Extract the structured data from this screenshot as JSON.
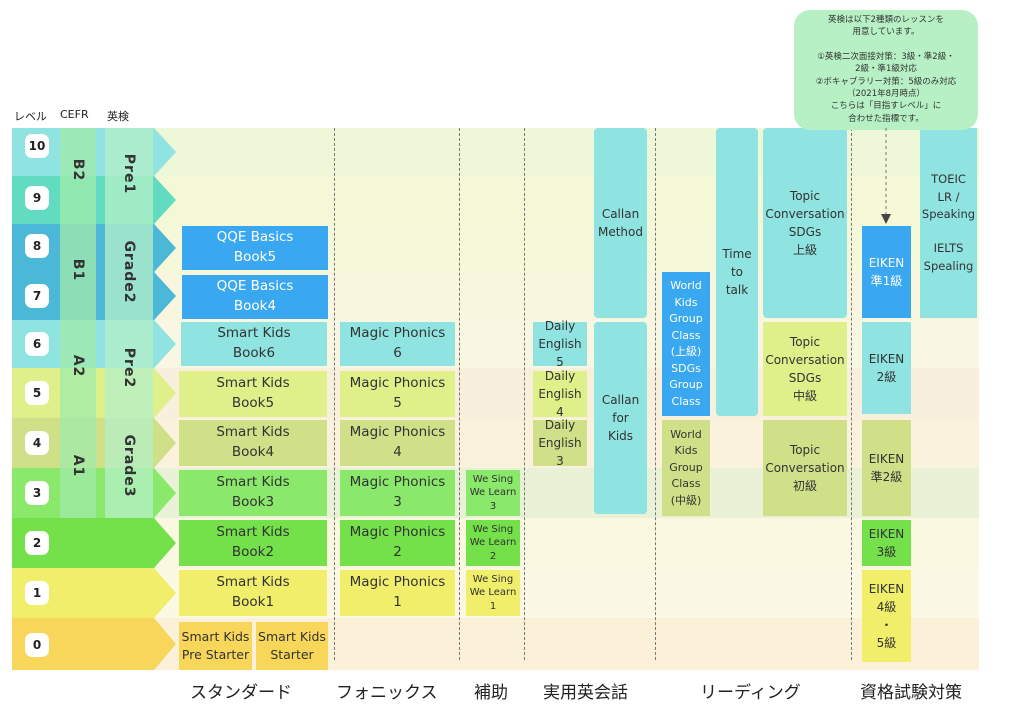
{
  "header": {
    "level": "レベル",
    "cefr": "CEFR",
    "eiken": "英検"
  },
  "levels": [
    "10",
    "9",
    "8",
    "7",
    "6",
    "5",
    "4",
    "3",
    "2",
    "1",
    "0"
  ],
  "cefr": [
    "B2",
    "B1",
    "A2",
    "A1"
  ],
  "eiken_groups": [
    "Pre1",
    "Grade2",
    "Pre2",
    "Grade3"
  ],
  "standard": {
    "qqe_b5": "QQE Basics\nBook5",
    "qqe_b4": "QQE Basics\nBook4",
    "sk6": "Smart Kids\nBook6",
    "sk5": "Smart Kids\nBook5",
    "sk4": "Smart Kids\nBook4",
    "sk3": "Smart Kids\nBook3",
    "sk2": "Smart Kids\nBook2",
    "sk1": "Smart Kids\nBook1",
    "sk_pre": "Smart Kids\nPre Starter",
    "sk_st": "Smart Kids\nStarter"
  },
  "phonics": {
    "mp6": "Magic Phonics\n6",
    "mp5": "Magic Phonics\n5",
    "mp4": "Magic Phonics\n4",
    "mp3": "Magic Phonics\n3",
    "mp2": "Magic Phonics\n2",
    "mp1": "Magic Phonics\n1"
  },
  "support": {
    "ws3": "We Sing\nWe Learn\n3",
    "ws2": "We Sing\nWe Learn\n2",
    "ws1": "We Sing\nWe Learn\n1"
  },
  "practical": {
    "de5": "Daily\nEnglish 5",
    "de4": "Daily\nEnglish 4",
    "de3": "Daily\nEnglish 3",
    "callan_method": "Callan\nMethod",
    "callan_kids": "Callan\nfor\nKids"
  },
  "reading": {
    "wk_adv": "World\nKids\nGroup\nClass\n(上級)\nSDGs\nGroup\nClass",
    "wk_mid": "World\nKids\nGroup\nClass\n(中級)",
    "time_to_talk": "Time\nto\ntalk",
    "topic_adv": "Topic\nConversation\nSDGs\n上級",
    "topic_mid": "Topic\nConversation\nSDGs\n中級",
    "topic_beg": "Topic\nConversation\n初級"
  },
  "exam": {
    "eiken_pre1": "EIKEN\n準1級",
    "eiken_2": "EIKEN\n2級",
    "eiken_pre2": "EIKEN\n準2級",
    "eiken_3": "EIKEN\n3級",
    "eiken_45": "EIKEN\n4級\n・\n5級",
    "toeic": "TOEIC\nLR /\nSpeaking\n\nIELTS\nSpealing"
  },
  "note": "英検は以下2種類のレッスンを\n用意しています。\n\n①英検二次面接対策：3級・準2級・\n2級・準1級対応\n②ボキャブラリー対策：5級のみ対応\n（2021年8月時点）\nこちらは「目指すレベル」に\n合わせた指標です。",
  "categories": [
    "スタンダード",
    "フォニックス",
    "補助",
    "実用英会話",
    "リーディング",
    "資格試験対策"
  ],
  "colors": {
    "teal": "#8fe3e0",
    "blue": "#3aa8f0",
    "yellowgreen": "#dff08a",
    "olive": "#cfe089",
    "green": "#8ae86a",
    "bright_green": "#74e04a",
    "yellow": "#f0ee6a",
    "gold": "#f7d65a",
    "mint": "#b6f0c4"
  }
}
